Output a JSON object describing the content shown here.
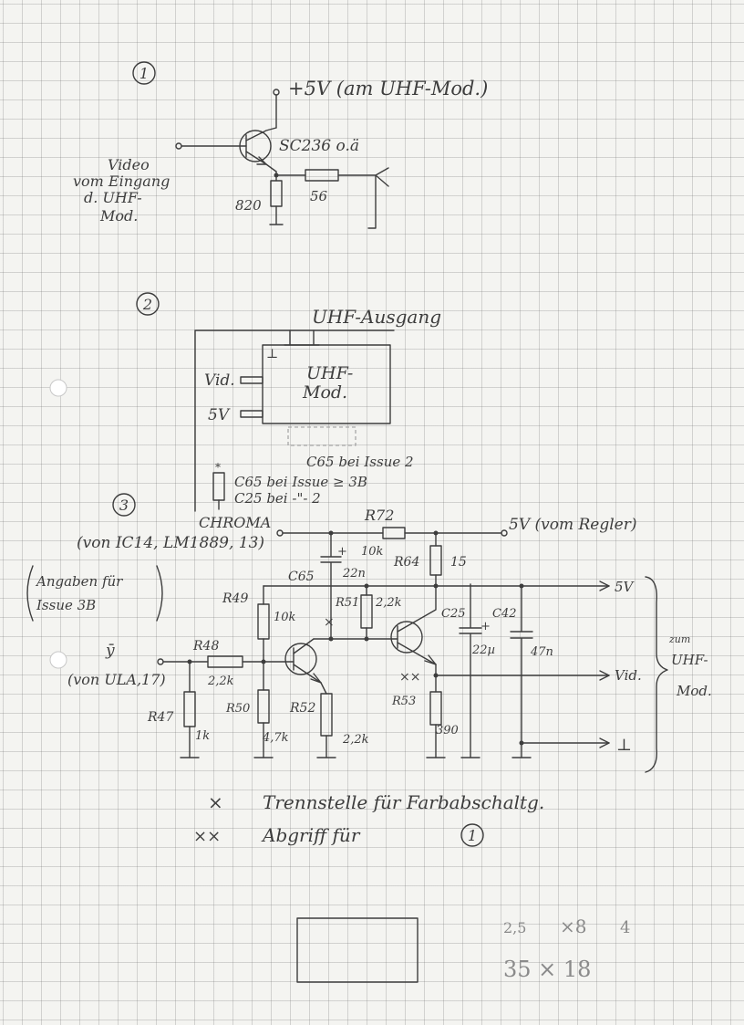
{
  "circuit1": {
    "number": "1",
    "supply": "+5V (am UHF-Mod.)",
    "transistor": "SC236 o.ä",
    "input_label": [
      "Video",
      "vom Eingang",
      "d. UHF-",
      "Mod."
    ],
    "r_emitter": "820",
    "r_series": "56"
  },
  "circuit2": {
    "number": "2",
    "title": "UHF-Ausgang",
    "ground_symbol": "⊥",
    "module_label": [
      "UHF-",
      "Mod."
    ],
    "pin_video": "Vid.",
    "pin_5v": "5V",
    "c65_issue2": "C65 bei Issue 2",
    "star": "*",
    "c65_issue3b": "C65 bei Issue ≥ 3B",
    "c25_issue2": "C25 bei   -\"-   2"
  },
  "circuit3": {
    "number": "3",
    "chroma": "CHROMA",
    "chroma_source": "(von IC14, LM1889, 13)",
    "issue_note": [
      "Angaben für",
      "Issue 3B"
    ],
    "y_label": "ȳ",
    "y_source": "(von ULA,17)",
    "supply_right": "5V (vom Regler)",
    "components": {
      "R72": "R72",
      "R72_val": "10k",
      "R64": "R64",
      "R64_val": "15",
      "C65": "C65",
      "C65_val": "22n",
      "R49": "R49",
      "R49_val": "10k",
      "R51": "R51",
      "R51_val": "2,2k",
      "R48": "R48",
      "R48_val": "2,2k",
      "R47": "R47",
      "R47_val": "1k",
      "R50": "R50",
      "R50_val": "4,7k",
      "R52": "R52",
      "R52_val": "2,2k",
      "R53": "R53",
      "R53_val": "390",
      "C25": "C25",
      "C25_val": "22µ",
      "C42": "C42",
      "C42_val": "47n"
    },
    "out_5v": "5V",
    "out_vid": "Vid.",
    "out_gnd": "⊥",
    "brace_label": [
      "zum",
      "UHF-",
      "Mod."
    ],
    "mark_x": "×",
    "mark_xx": "××"
  },
  "legend": {
    "x_symbol": "×",
    "x_text": "Trennstelle für Farbabschaltg.",
    "xx_symbol": "××",
    "xx_text": "Abgriff für",
    "xx_ref": "1"
  },
  "notes": {
    "line1": [
      "2,5",
      "×8",
      "4"
    ],
    "line2": "35 × 18"
  }
}
